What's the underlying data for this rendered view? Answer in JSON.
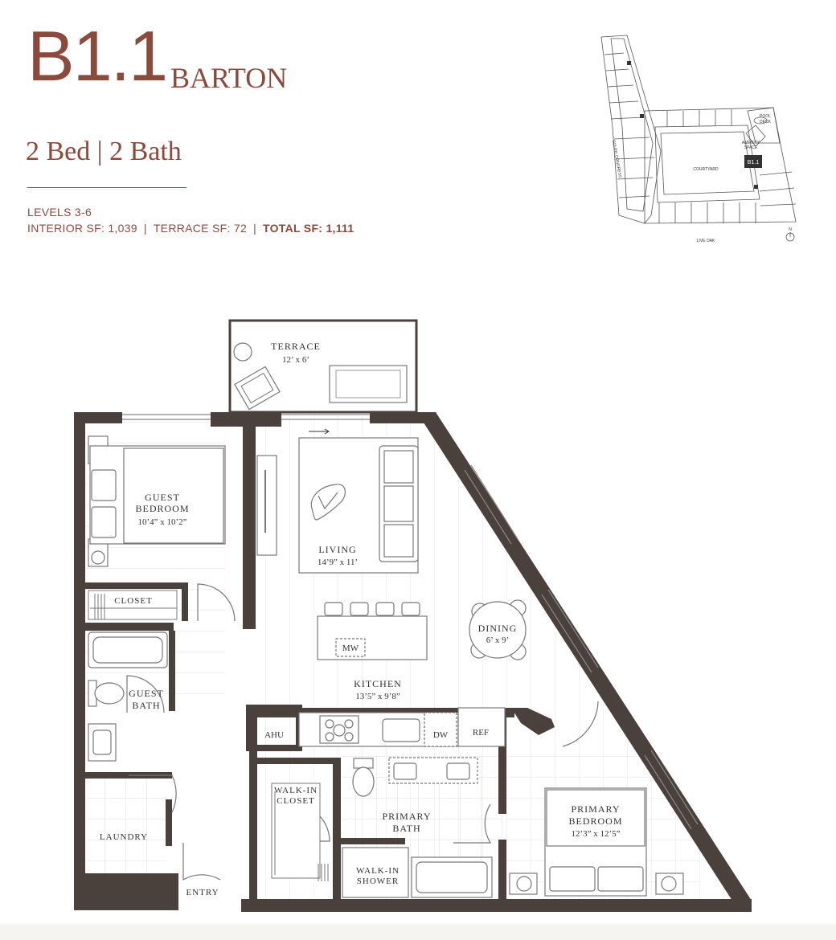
{
  "header": {
    "unit_code": "B1.1",
    "unit_name": "BARTON",
    "bed_bath": "2 Bed | 2 Bath",
    "levels": "LEVELS 3-6",
    "interior_sf": "INTERIOR SF: 1,039",
    "terrace_sf": "TERRACE SF: 72",
    "total_sf": "TOTAL SF: 1,111",
    "separator": "|"
  },
  "keyplan": {
    "labels": {
      "pool_deck_1": "POOL",
      "pool_deck_2": "DECK",
      "amenity_1": "AMENITY",
      "amenity_2": "SPACE",
      "courtyard": "COURTYARD",
      "unit": "B1.1",
      "street_side": "SOUTH CONGRESS",
      "street_bottom": "LIVE OAK",
      "north": "N"
    }
  },
  "rooms": {
    "terrace": {
      "name": "TERRACE",
      "dims": "12’ x 6’"
    },
    "guest_bedroom": {
      "name_1": "GUEST",
      "name_2": "BEDROOM",
      "dims": "10’4” x 10’2”"
    },
    "living": {
      "name": "LIVING",
      "dims": "14’9” x 11’"
    },
    "closet": {
      "name": "CLOSET"
    },
    "dining": {
      "name": "DINING",
      "dims": "6’ x 9’"
    },
    "mw": {
      "name": "MW"
    },
    "kitchen": {
      "name": "KITCHEN",
      "dims": "13’5” x 9’8”"
    },
    "guest_bath": {
      "name_1": "GUEST",
      "name_2": "BATH"
    },
    "ahu": {
      "name": "AHU"
    },
    "dw": {
      "name": "DW"
    },
    "ref": {
      "name": "REF"
    },
    "walk_in_closet": {
      "name_1": "WALK-IN",
      "name_2": "CLOSET"
    },
    "primary_bath": {
      "name_1": "PRIMARY",
      "name_2": "BATH"
    },
    "primary_bedroom": {
      "name_1": "PRIMARY",
      "name_2": "BEDROOM",
      "dims": "12’3” x 12’5”"
    },
    "laundry": {
      "name": "LAUNDRY"
    },
    "walk_in_shower": {
      "name_1": "WALK-IN",
      "name_2": "SHOWER"
    },
    "entry": {
      "name": "ENTRY"
    }
  },
  "colors": {
    "accent": "#8a4a3c",
    "wall": "#4a403c",
    "line": "#8c8c8c",
    "floor_line": "#d4d4d4"
  }
}
